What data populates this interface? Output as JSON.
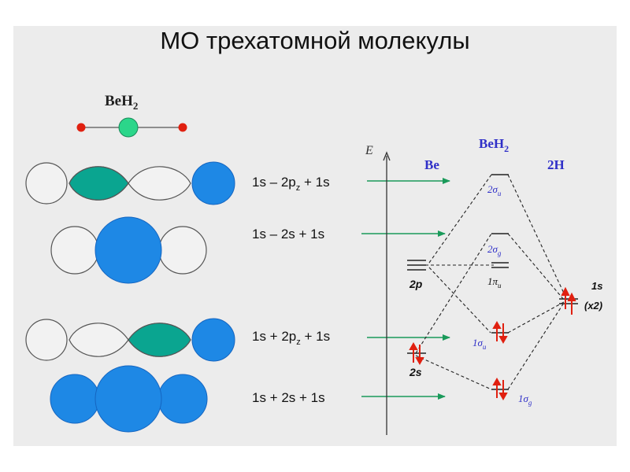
{
  "title": "МО трехатомной молекулы",
  "molecule": {
    "base": "BeH",
    "sub": "2"
  },
  "combinations": [
    {
      "a": "1s – 2p",
      "sub": "z",
      "b": " + 1s"
    },
    {
      "a": "1s – 2s + 1s",
      "sub": "",
      "b": ""
    },
    {
      "a": "1s + 2p",
      "sub": "z",
      "b": " + 1s"
    },
    {
      "a": "1s + 2s + 1s",
      "sub": "",
      "b": ""
    }
  ],
  "diagram": {
    "axis_label": "E",
    "col_left": "Be",
    "col_mid_base": "BeH",
    "col_mid_sub": "2",
    "col_right": "2H",
    "be_2p": "2p",
    "be_2s": "2s",
    "h_1s": "1s",
    "h_1s_count": "(x2)",
    "mo": {
      "sigma_u_2": {
        "num": "2",
        "sym": "σ",
        "sub": "u"
      },
      "sigma_g_2": {
        "num": "2",
        "sym": "σ",
        "sub": "g"
      },
      "pi_u_1": {
        "num": "1",
        "sym": "π",
        "sub": "u"
      },
      "sigma_u_1": {
        "num": "1",
        "sym": "σ",
        "sub": "u"
      },
      "sigma_g_1": {
        "num": "1",
        "sym": "σ",
        "sub": "g"
      }
    }
  },
  "colors": {
    "blue_fill": "#1e88e5",
    "teal_fill": "#0aa590",
    "green_atom": "#2bd68a",
    "red_atom": "#e02010",
    "arrow_green": "#1a9a5a",
    "electron_red": "#e02010",
    "label_blue": "#3030c8",
    "slide_bg": "#ececec"
  }
}
